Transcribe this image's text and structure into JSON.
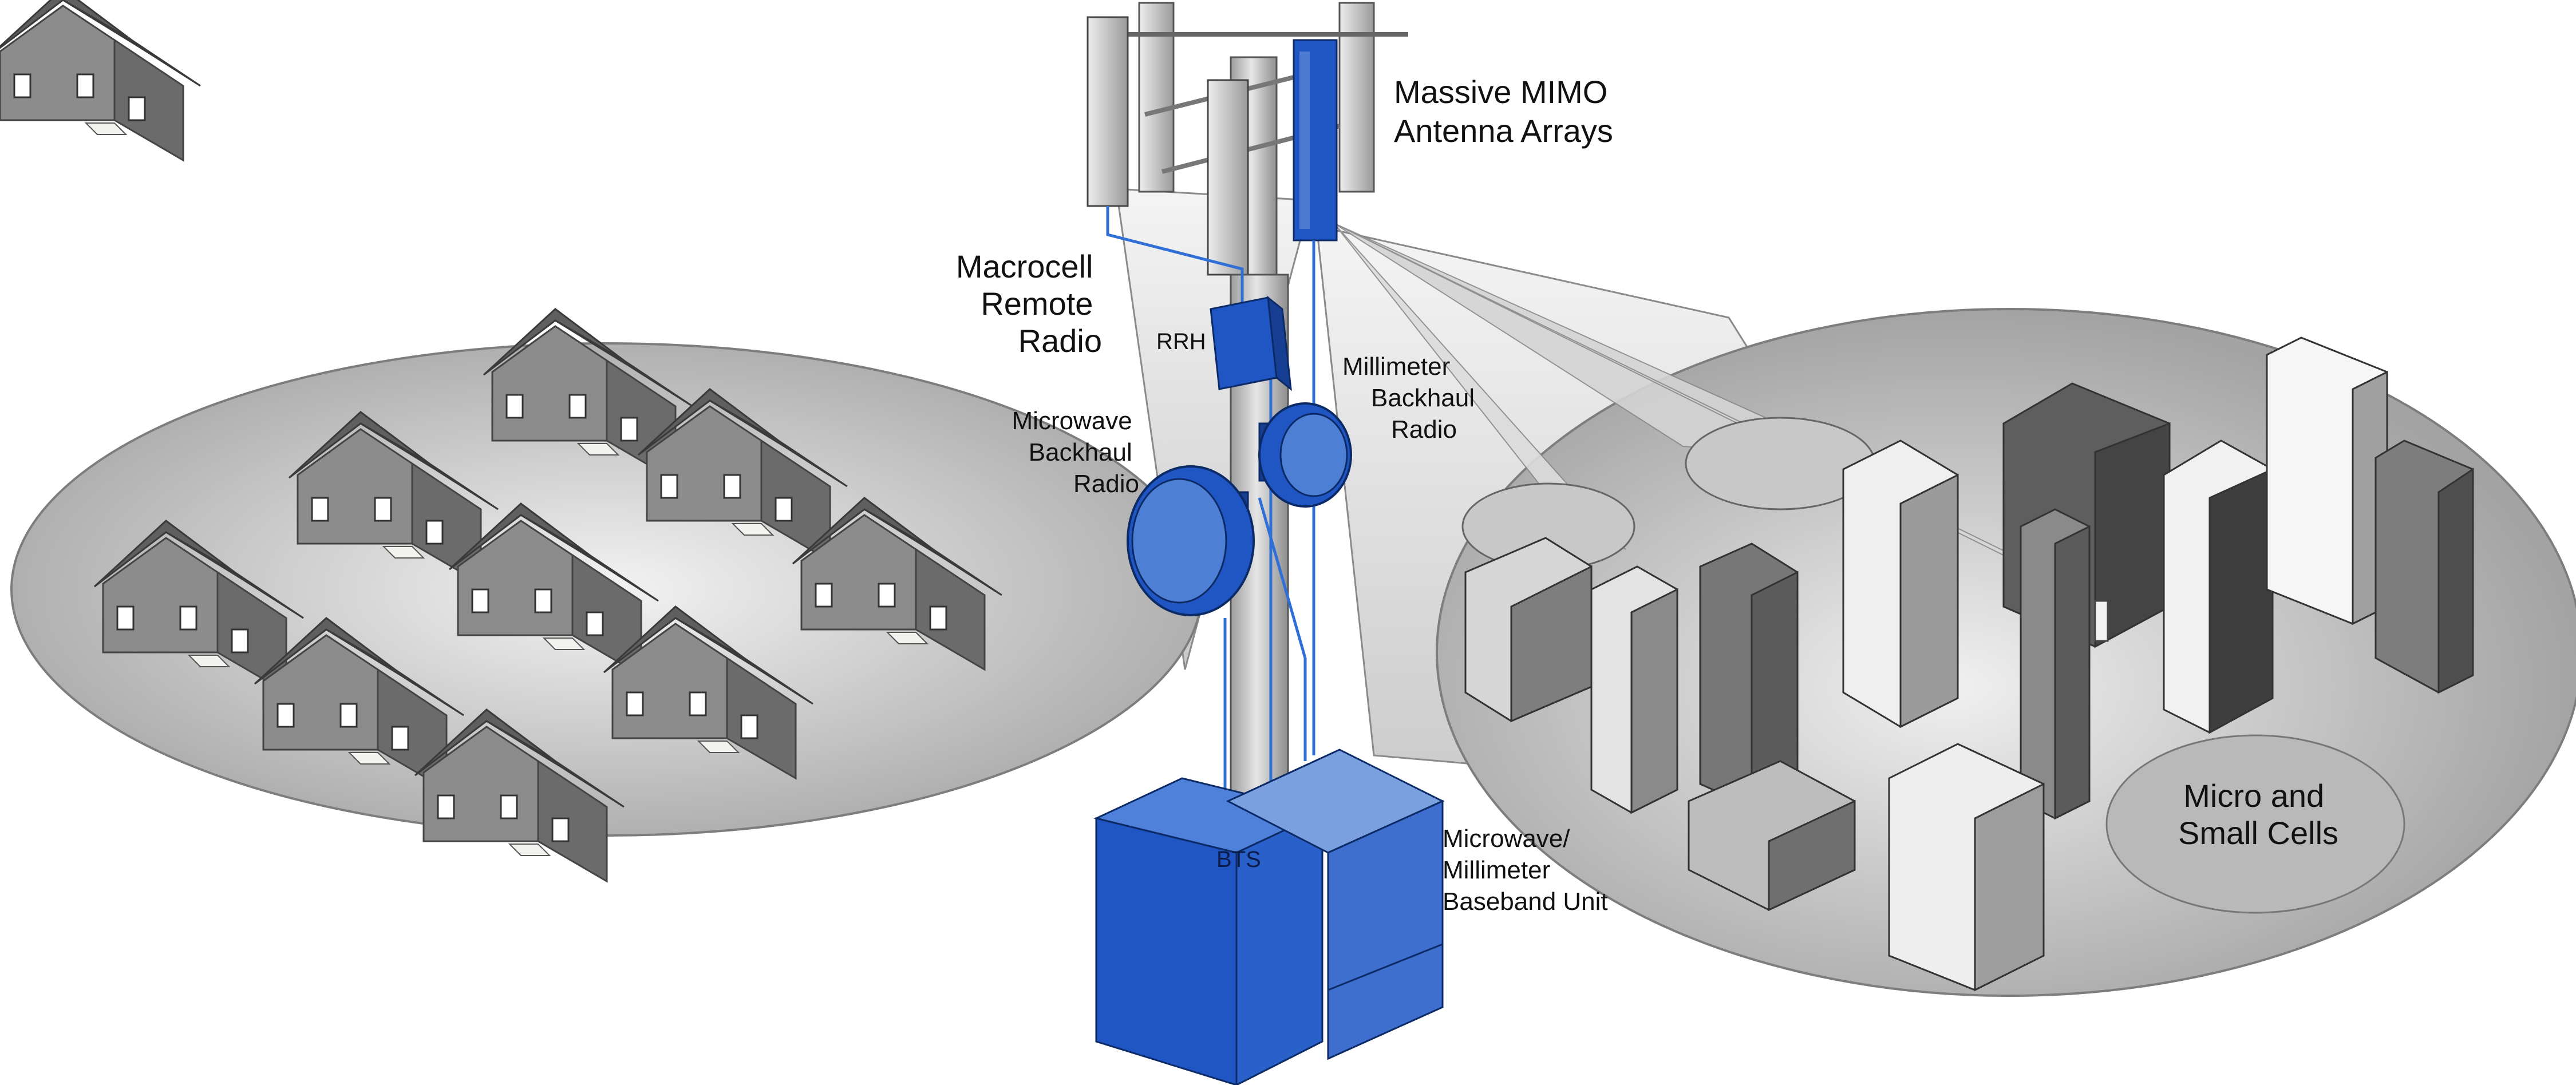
{
  "labels": {
    "massive_mimo": [
      "Massive MIMO",
      "Antenna Arrays"
    ],
    "macrocell": [
      "Macrocell",
      "Remote",
      "Radio"
    ],
    "rrh": "RRH",
    "microwave_backhaul": [
      "Microwave",
      "Backhaul",
      "Radio"
    ],
    "millimeter_backhaul": [
      "Millimeter",
      "Backhaul",
      "Radio"
    ],
    "bts": "BTS",
    "baseband": [
      "Microwave/",
      "Millimeter",
      "Baseband Unit"
    ],
    "small_cells": [
      "Micro and",
      "Small Cells"
    ]
  },
  "colors": {
    "equipment_blue": "#1f56c4",
    "equipment_blue_light": "#6a93d8",
    "coverage_gray": "#b5b5b5",
    "building_gray": "#7a7a7a",
    "house_gray": "#6e6e6e"
  },
  "icons": [
    "antenna-panel-icon",
    "house-icon",
    "building-icon",
    "dish-icon",
    "cabinet-icon"
  ]
}
